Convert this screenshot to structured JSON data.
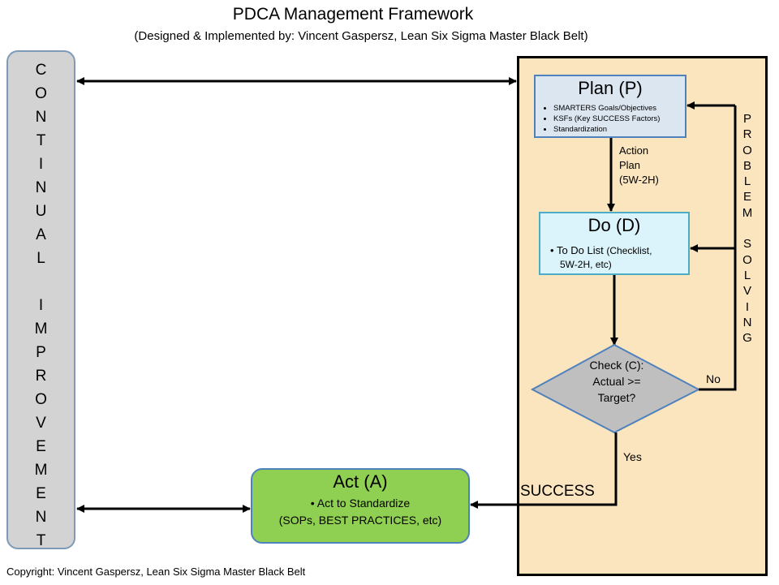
{
  "title": "PDCA Management Framework",
  "subtitle": "(Designed & Implemented by: Vincent Gaspersz, Lean Six Sigma Master Black Belt)",
  "copyright": "Copyright: Vincent Gaspersz, Lean Six Sigma Master Black Belt",
  "continual_improvement": [
    "C",
    "O",
    "N",
    "T",
    "I",
    "N",
    "U",
    "A",
    "L",
    "",
    "I",
    "M",
    "P",
    "R",
    "O",
    "V",
    "E",
    "M",
    "E",
    "N",
    "T"
  ],
  "problem_solving": [
    "P",
    "R",
    "O",
    "B",
    "L",
    "E",
    "M",
    "",
    "S",
    "O",
    "L",
    "V",
    "I",
    "N",
    "G"
  ],
  "plan": {
    "title": "Plan (P)",
    "items": [
      "SMARTERS Goals/Objectives",
      "KSFs (Key SUCCESS Factors)",
      "Standardization"
    ]
  },
  "action_plan": [
    "Action",
    "Plan",
    "(5W-2H)"
  ],
  "do": {
    "title": "Do (D)",
    "bullet": "•",
    "item_main": "To Do List",
    "item_paren": "(Checklist,",
    "item_line2": "5W-2H, etc)"
  },
  "check": {
    "lines": [
      "Check (C):",
      "Actual >=",
      "Target?"
    ]
  },
  "no_label": "No",
  "yes_label": "Yes",
  "success_label": "SUCCESS",
  "act": {
    "title": "Act (A)",
    "line1": "•   Act to Standardize",
    "line2": "(SOPs, BEST PRACTICES, etc)"
  },
  "colors": {
    "continual_box": "#d3d3d3",
    "panel": "#fbe5bf",
    "plan_box": "#dce6f1",
    "do_box": "#dbf3fa",
    "check_diamond": "#bfbfbf",
    "act_box": "#8fcf51",
    "border_blue": "#4f81bd"
  }
}
